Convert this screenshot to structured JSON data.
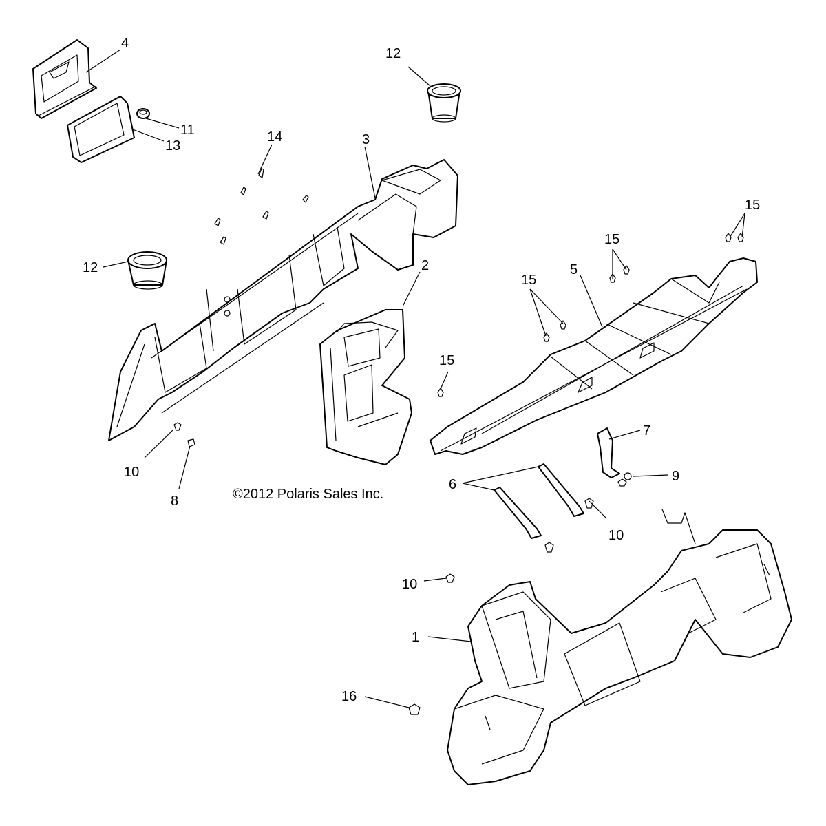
{
  "callouts": {
    "c1": "1",
    "c2": "2",
    "c3": "3",
    "c4": "4",
    "c5": "5",
    "c6": "6",
    "c7": "7",
    "c8": "8",
    "c9": "9",
    "c10a": "10",
    "c10b": "10",
    "c10c": "10",
    "c11": "11",
    "c12a": "12",
    "c12b": "12",
    "c13": "13",
    "c14": "14",
    "c15a": "15",
    "c15b": "15",
    "c15c": "15",
    "c15d": "15",
    "c16": "16"
  },
  "copyright": "©2012 Polaris Sales Inc."
}
